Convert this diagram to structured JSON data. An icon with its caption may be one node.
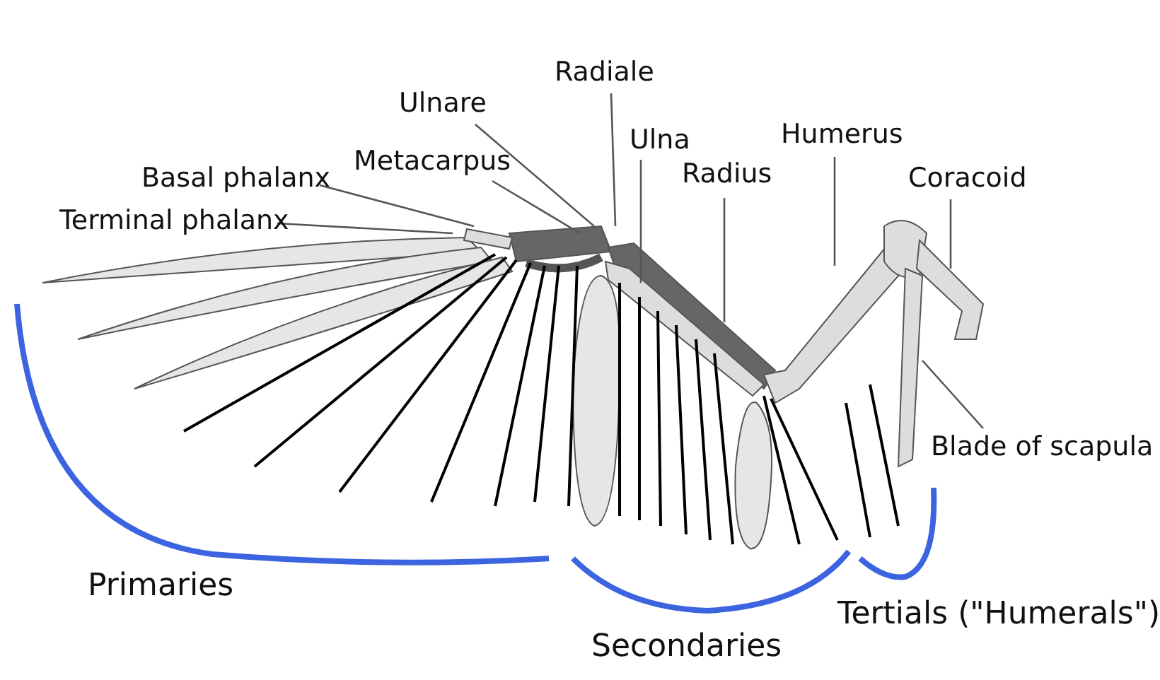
{
  "diagram": {
    "nodes": [
      {
        "text": [
          "Radiale"
        ]
      },
      {
        "text": [
          "Ulnare"
        ]
      },
      {
        "text": [
          "Ulna"
        ]
      },
      {
        "text": [
          "Metacarpus"
        ]
      },
      {
        "text": [
          "Basal phalanx"
        ]
      },
      {
        "text": [
          "Radius"
        ]
      },
      {
        "text": [
          "Humerus"
        ]
      },
      {
        "text": [
          "Coracoid"
        ]
      },
      {
        "text": [
          "Terminal phalanx"
        ]
      },
      {
        "text": [
          "Blade of scapula"
        ]
      }
    ],
    "edges": [
      {
        "from": 0,
        "to": null,
        "arrow": "none"
      },
      {
        "from": 1,
        "to": null,
        "arrow": "none"
      },
      {
        "from": 2,
        "to": null,
        "arrow": "none"
      },
      {
        "from": 3,
        "to": null,
        "arrow": "none"
      },
      {
        "from": 4,
        "to": null,
        "arrow": "none"
      },
      {
        "from": 5,
        "to": null,
        "arrow": "none"
      },
      {
        "from": 6,
        "to": null,
        "arrow": "none"
      },
      {
        "from": 7,
        "to": null,
        "arrow": "none"
      },
      {
        "from": 8,
        "to": null,
        "arrow": "none"
      },
      {
        "from": 9,
        "to": null,
        "arrow": "none"
      }
    ],
    "labels": [
      "Primaries",
      "Secondaries",
      "Tertials (\"Humerals\")"
    ]
  }
}
